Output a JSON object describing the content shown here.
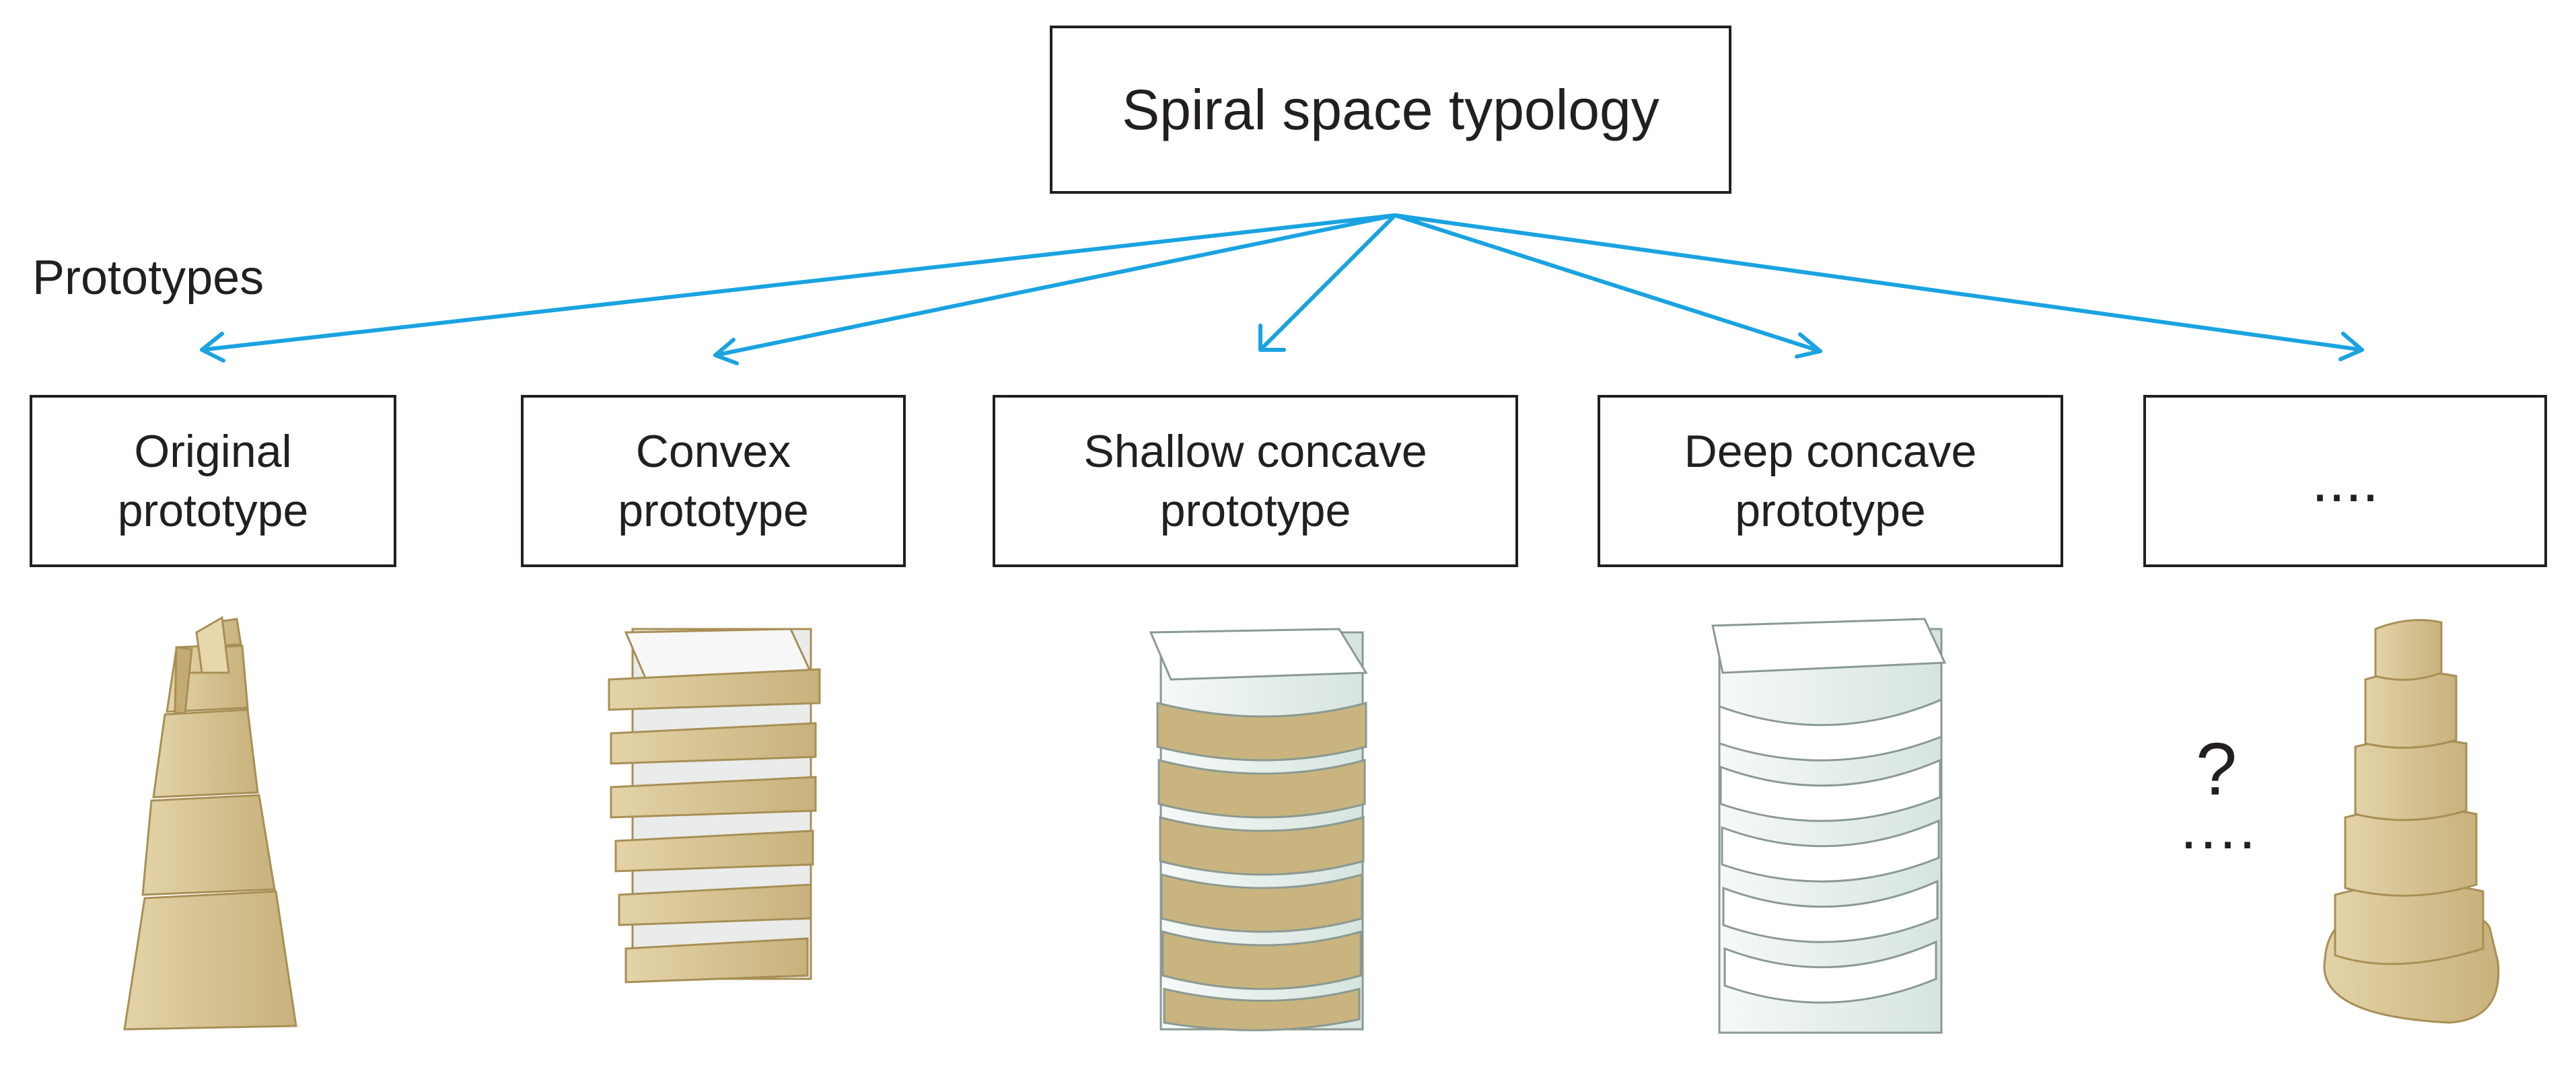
{
  "title": "Spiral space typology",
  "section_label": "Prototypes",
  "prototypes": [
    {
      "label": "Original\nprototype"
    },
    {
      "label": "Convex\nprototype"
    },
    {
      "label": "Shallow concave\nprototype"
    },
    {
      "label": "Deep concave\nprototype"
    },
    {
      "label": "...."
    }
  ],
  "unknown_mark": "?",
  "unknown_dots": "....",
  "colors": {
    "arrow": "#1aa3e0",
    "border": "#231f20",
    "tan": "#d9c79a",
    "tan_dark": "#b9a26a",
    "glass": "#eef4f2"
  }
}
